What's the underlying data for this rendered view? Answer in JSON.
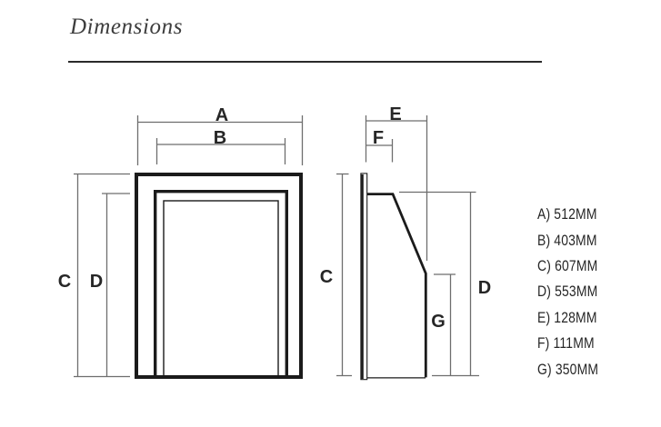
{
  "page": {
    "title": "Dimensions"
  },
  "colors": {
    "outline": "#1b1b1b",
    "dimension_line": "#6e6e6e",
    "label_text": "#262626",
    "title_text": "#3d3d3d",
    "rule": "#2a2a2a",
    "background": "#ffffff"
  },
  "diagram": {
    "front_view": {
      "labels": {
        "A": "A",
        "B": "B",
        "C": "C",
        "D": "D"
      }
    },
    "side_view": {
      "labels": {
        "C": "C",
        "E": "E",
        "F": "F",
        "G": "G",
        "D": "D"
      }
    }
  },
  "measurements": {
    "items": [
      {
        "key": "A",
        "text": "A) 512MM"
      },
      {
        "key": "B",
        "text": "B) 403MM"
      },
      {
        "key": "C",
        "text": "C) 607MM"
      },
      {
        "key": "D",
        "text": "D) 553MM"
      },
      {
        "key": "E",
        "text": "E) 128MM"
      },
      {
        "key": "F",
        "text": "F) 111MM"
      },
      {
        "key": "G",
        "text": "G) 350MM"
      }
    ]
  }
}
